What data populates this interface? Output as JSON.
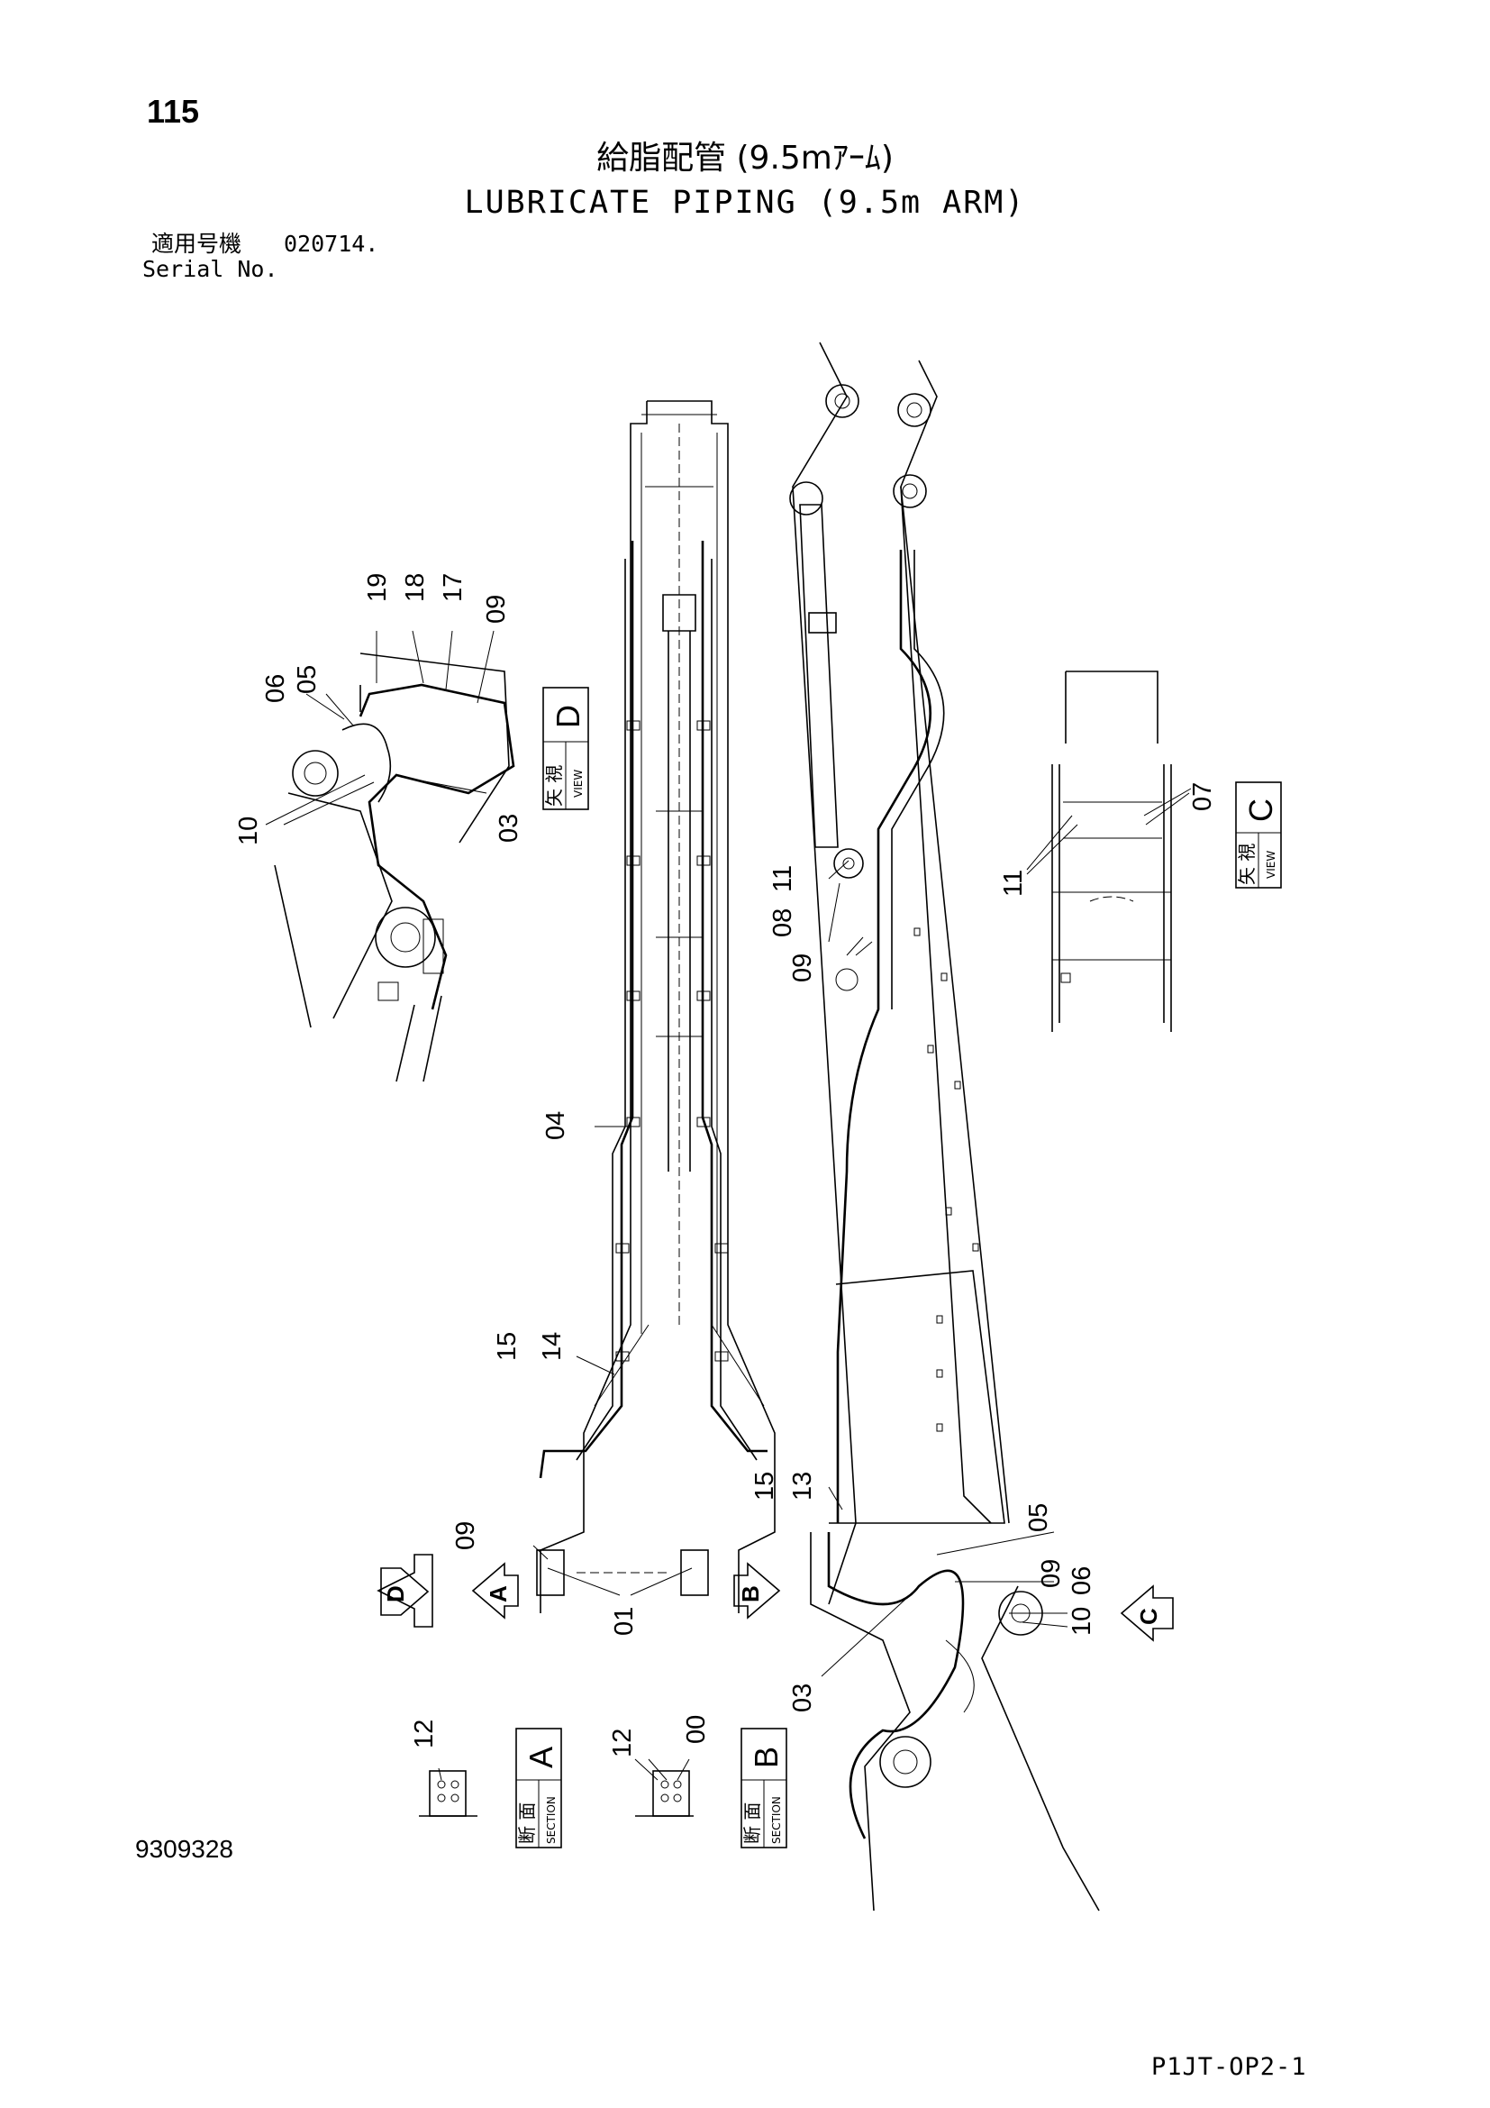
{
  "header": {
    "page_number": "115",
    "title_jp": "給脂配管 (9.5mｱｰﾑ)",
    "title_en": "LUBRICATE PIPING (9.5m ARM)",
    "serial_label_jp": "適用号機",
    "serial_value": "020714.",
    "serial_label_en": "Serial No."
  },
  "callouts": {
    "c19": "19",
    "c18": "18",
    "c17": "17",
    "c09a": "09",
    "c06a": "06",
    "c05a": "05",
    "c10a": "10",
    "c03a": "03",
    "c11a": "11",
    "c08": "08",
    "c09b": "09",
    "c07": "07",
    "c11b": "11",
    "c04": "04",
    "c15a": "15",
    "c14": "14",
    "c09c": "09",
    "c01": "01",
    "c15b": "15",
    "c13": "13",
    "c05b": "05",
    "c09d": "09",
    "c06b": "06",
    "c10b": "10",
    "c03b": "03",
    "c12a": "12",
    "c12b": "12",
    "c00": "00"
  },
  "view_labels": {
    "view_d": {
      "jp": "矢 視",
      "en": "VIEW",
      "letter": "D"
    },
    "view_c": {
      "jp": "矢 視",
      "en": "VIEW",
      "letter": "C"
    },
    "section_a": {
      "jp": "断 面",
      "en": "SECTION",
      "letter": "A"
    },
    "section_b": {
      "jp": "断 面",
      "en": "SECTION",
      "letter": "B"
    }
  },
  "arrows": {
    "d": "D",
    "a": "A",
    "b": "B",
    "c": "C"
  },
  "footer": {
    "doc_number": "9309328",
    "sheet_code": "P1JT-OP2-1"
  }
}
